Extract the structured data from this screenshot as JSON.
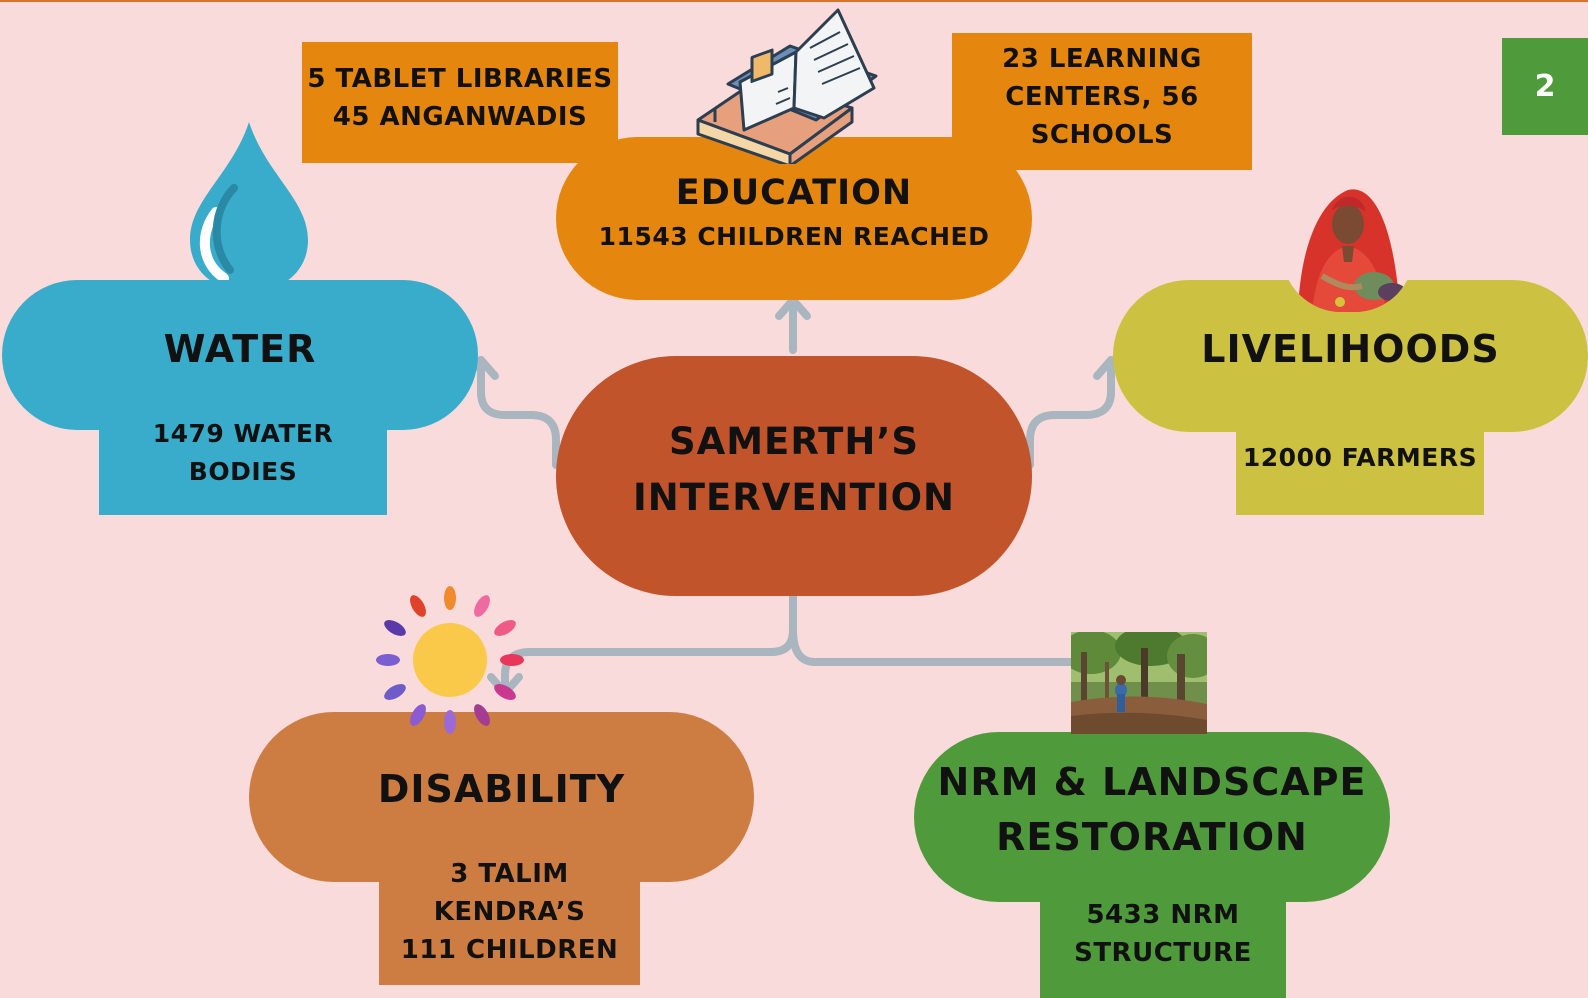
{
  "page_number": "2",
  "colors": {
    "background": "#fadbdb",
    "water": "#3aaccb",
    "education": "#e5870e",
    "livelihoods": "#cdc141",
    "center": "#c2542b",
    "disability": "#cd7c42",
    "nrm": "#4f9a3a",
    "connector": "#a9b6c0"
  },
  "center": {
    "line1": "SAMERTH’S",
    "line2": "INTERVENTION"
  },
  "education": {
    "title": "EDUCATION",
    "stat": "11543 CHILDREN REACHED",
    "note_left": {
      "line1": "5 TABLET LIBRARIES",
      "line2": "45 ANGANWADIS"
    },
    "note_right": {
      "line1": "23 LEARNING",
      "line2": "CENTERS, 56",
      "line3": "SCHOOLS"
    },
    "icon": "open-book-icon"
  },
  "water": {
    "title": "WATER",
    "stat": {
      "line1": "1479 WATER",
      "line2": "BODIES"
    },
    "icon": "water-drop-icon"
  },
  "livelihoods": {
    "title": "LIVELIHOODS",
    "stat": "12000 FARMERS",
    "image": "farmer-woman-photo"
  },
  "disability": {
    "title": "DISABILITY",
    "stat": {
      "line1": "3 TALIM",
      "line2": "KENDRA’S",
      "line3": "111 CHILDREN"
    },
    "icon": "sun-icon"
  },
  "nrm": {
    "title": {
      "line1": "NRM & LANDSCAPE",
      "line2": "RESTORATION"
    },
    "stat": {
      "line1": "5433 NRM",
      "line2": "STRUCTURE"
    },
    "image": "forest-photo"
  }
}
